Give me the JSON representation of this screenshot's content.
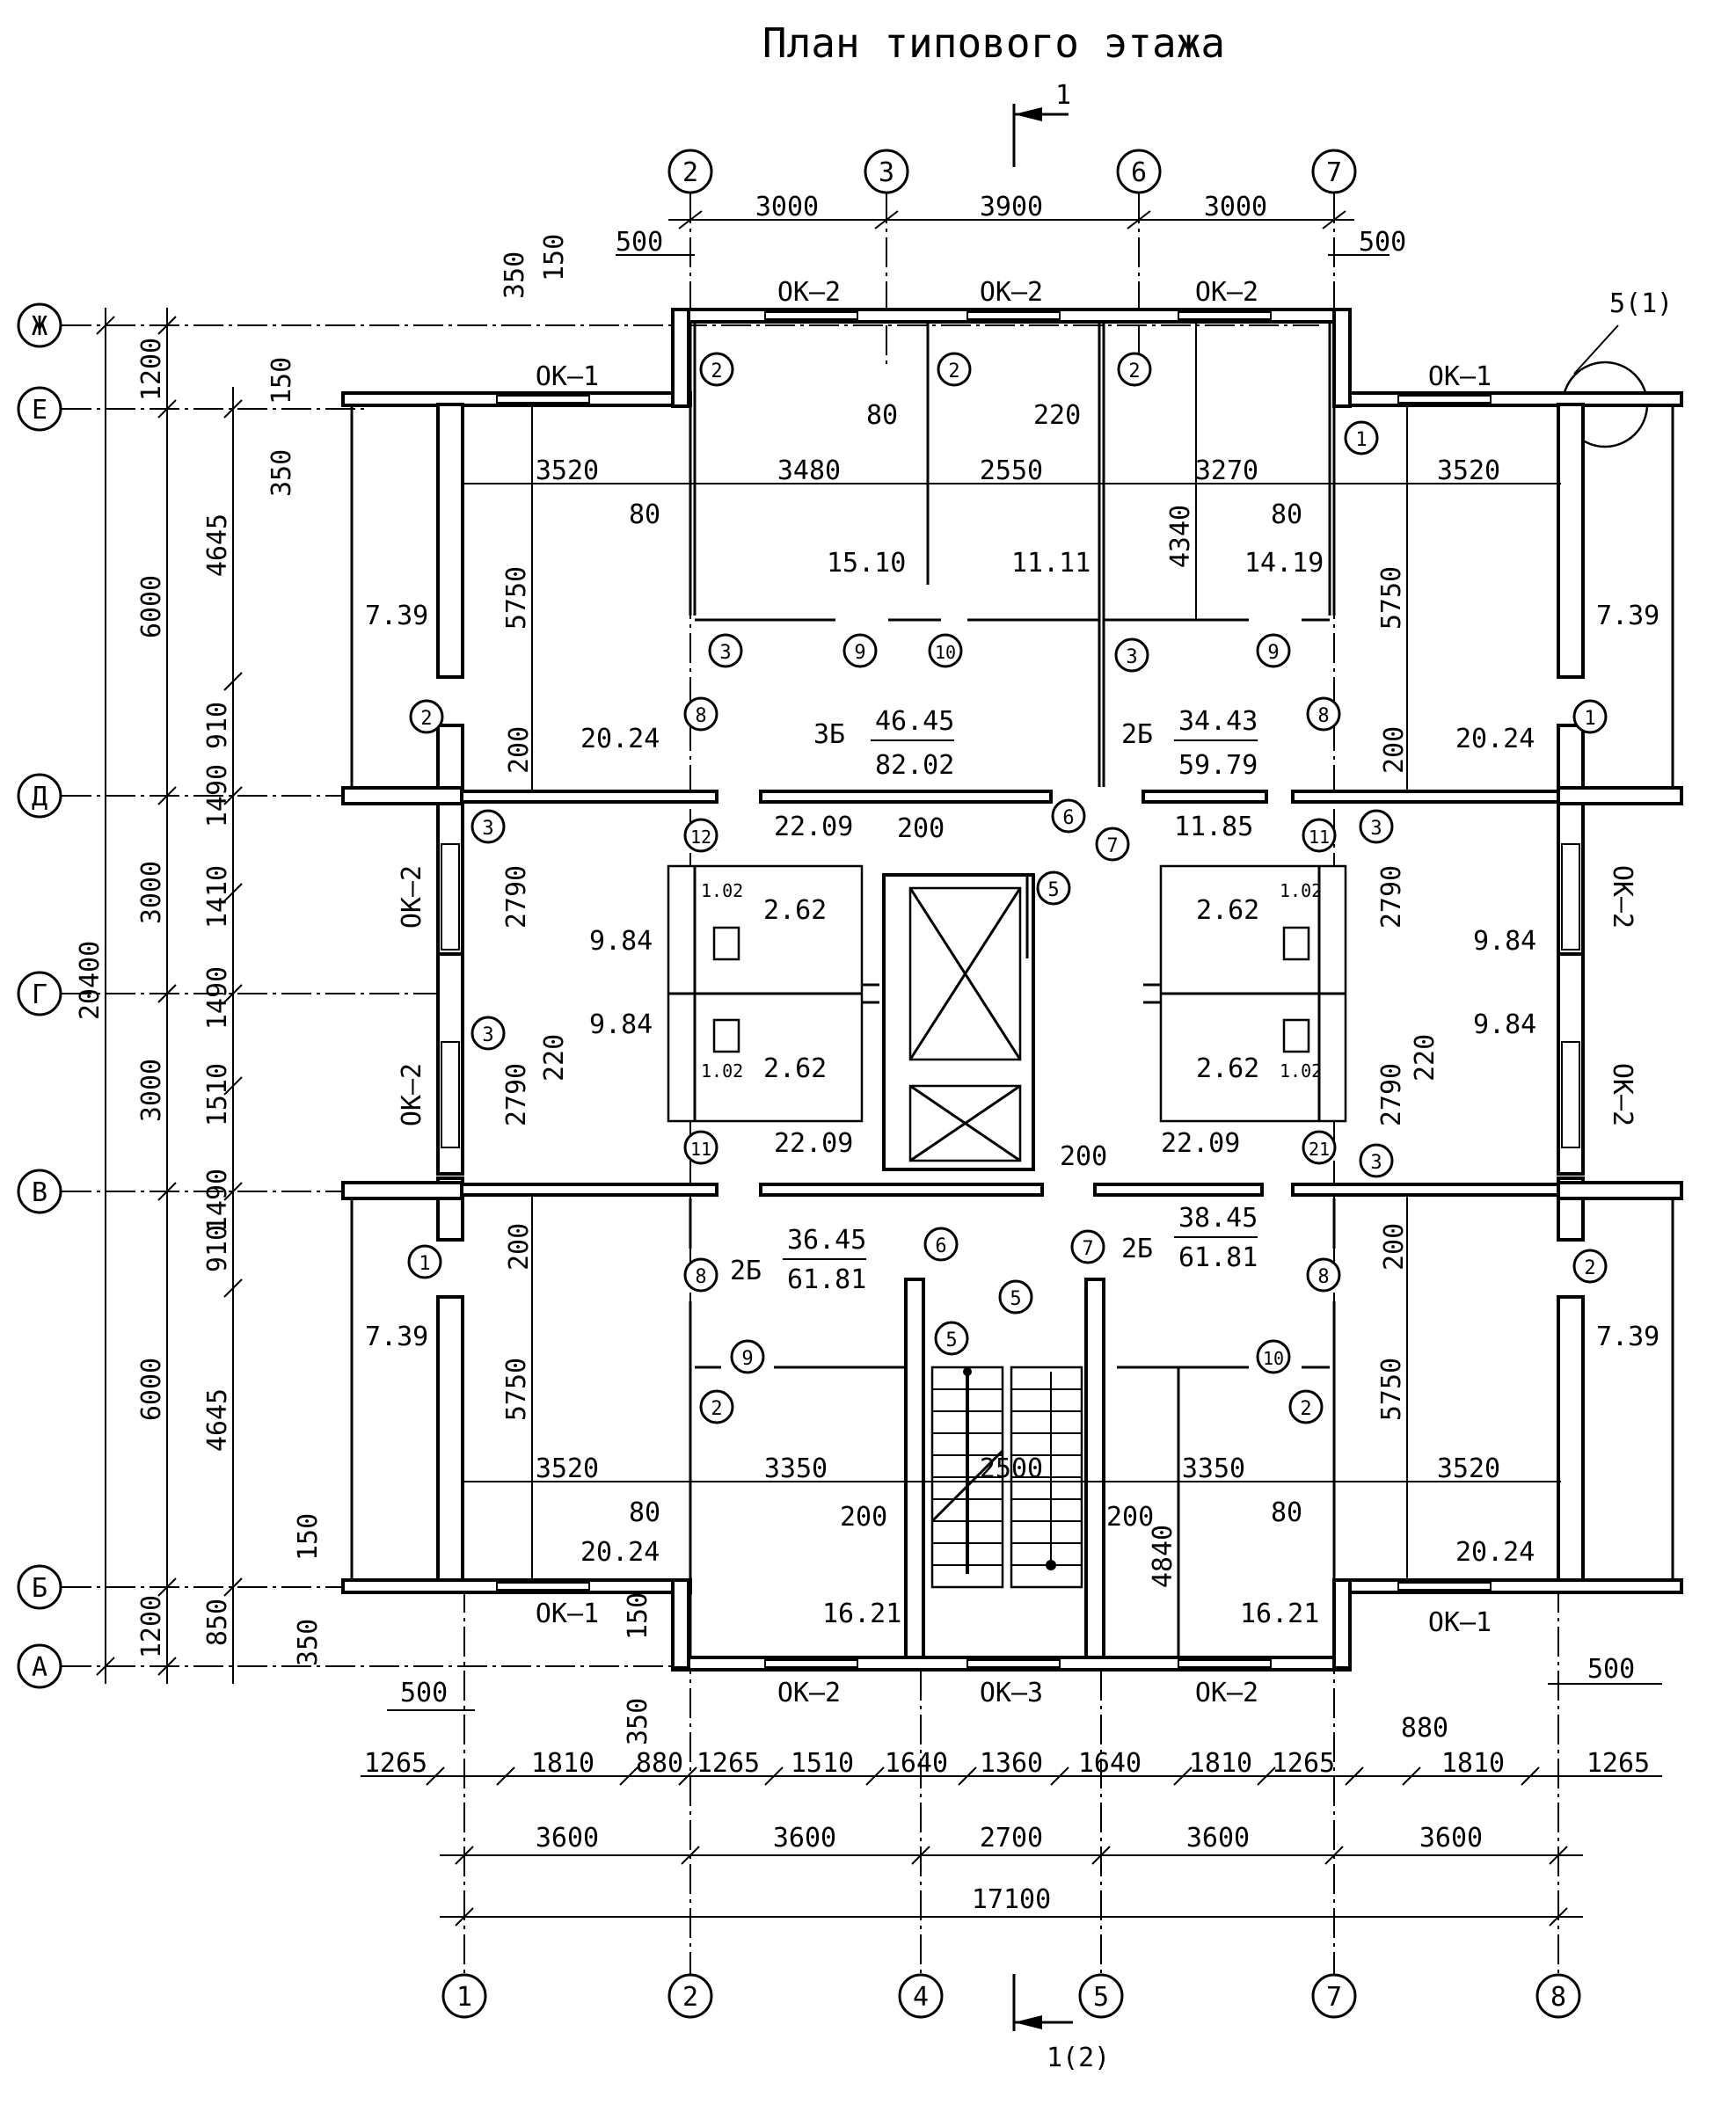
{
  "title": "План типового этажа",
  "section_marks": {
    "top": "1",
    "bottom": "1(2)"
  },
  "column_axes_top": [
    "2",
    "3",
    "6",
    "7"
  ],
  "column_axes_bottom": [
    "1",
    "2",
    "4",
    "5",
    "7",
    "8"
  ],
  "row_axes": [
    "Ж",
    "Е",
    "Д",
    "Г",
    "В",
    "Б",
    "А"
  ],
  "node_ref": "5(1)",
  "dims_top": [
    "3000",
    "3900",
    "3000"
  ],
  "dims_top_small": [
    "500",
    "500"
  ],
  "dims_bottom_row1": [
    "1265",
    "1810",
    "880",
    "1265",
    "1510",
    "1640",
    "1360",
    "1640",
    "1810",
    "1265",
    "880",
    "1810",
    "1265"
  ],
  "dims_bottom_row2": [
    "3600",
    "3600",
    "2700",
    "3600",
    "3600"
  ],
  "dims_bottom_total": "17100",
  "dims_bottom_extra": [
    "500",
    "500",
    "350",
    "150"
  ],
  "dims_left_outer": [
    "1200",
    "6000",
    "3000",
    "3000",
    "6000",
    "1200"
  ],
  "dims_left_total": "20400",
  "dims_left_inner": [
    "4645",
    "910",
    "1490",
    "1410",
    "1490",
    "1510",
    "1490",
    "910",
    "4645",
    "850"
  ],
  "dims_left_small": [
    "150",
    "350",
    "350",
    "150",
    "150",
    "350"
  ],
  "windows": {
    "ok1": "ОК–1",
    "ok2": "ОК–2",
    "ok3": "ОК–3"
  },
  "interior_dims": [
    "3520",
    "3480",
    "2550",
    "3270",
    "3520",
    "3520",
    "3350",
    "2500",
    "3350",
    "3520",
    "5750",
    "5750",
    "5750",
    "5750",
    "2790",
    "2790",
    "2790",
    "2790",
    "4340",
    "4840",
    "80",
    "80",
    "80",
    "80",
    "80",
    "80",
    "220",
    "220",
    "220",
    "200",
    "200",
    "200",
    "200",
    "200",
    "200",
    "200",
    "200"
  ],
  "room_areas": [
    "7.39",
    "7.39",
    "7.39",
    "7.39",
    "20.24",
    "20.24",
    "20.24",
    "20.24",
    "15.10",
    "11.11",
    "14.19",
    "9.84",
    "9.84",
    "9.84",
    "9.84",
    "22.09",
    "22.09",
    "22.09",
    "11.85",
    "2.62",
    "2.62",
    "2.62",
    "2.62",
    "1.02",
    "1.02",
    "1.02",
    "1.02",
    "16.21",
    "16.21"
  ],
  "apartments": [
    {
      "type": "3Б",
      "living": "46.45",
      "total": "82.02"
    },
    {
      "type": "2Б",
      "living": "34.43",
      "total": "59.79"
    },
    {
      "type": "2Б",
      "living": "36.45",
      "total": "61.81"
    },
    {
      "type": "2Б",
      "living": "38.45",
      "total": "61.81"
    }
  ],
  "door_marks": [
    "1",
    "2",
    "3",
    "5",
    "6",
    "7",
    "8",
    "9",
    "10",
    "11",
    "12",
    "21"
  ]
}
